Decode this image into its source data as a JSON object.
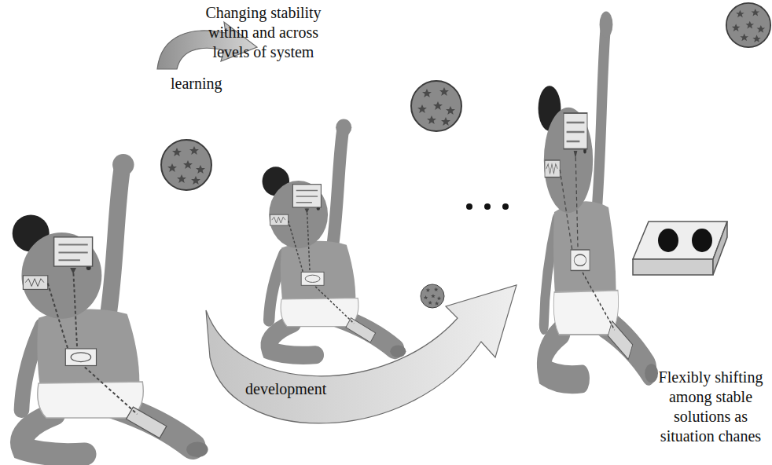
{
  "diagram": {
    "nodes": [
      {
        "text": [
          "learning"
        ]
      },
      {
        "text": [
          "development"
        ]
      }
    ],
    "labels": [
      "Changing stability within and across levels of system",
      "Flexibly shifting among stable solutions as situation chanes"
    ]
  }
}
